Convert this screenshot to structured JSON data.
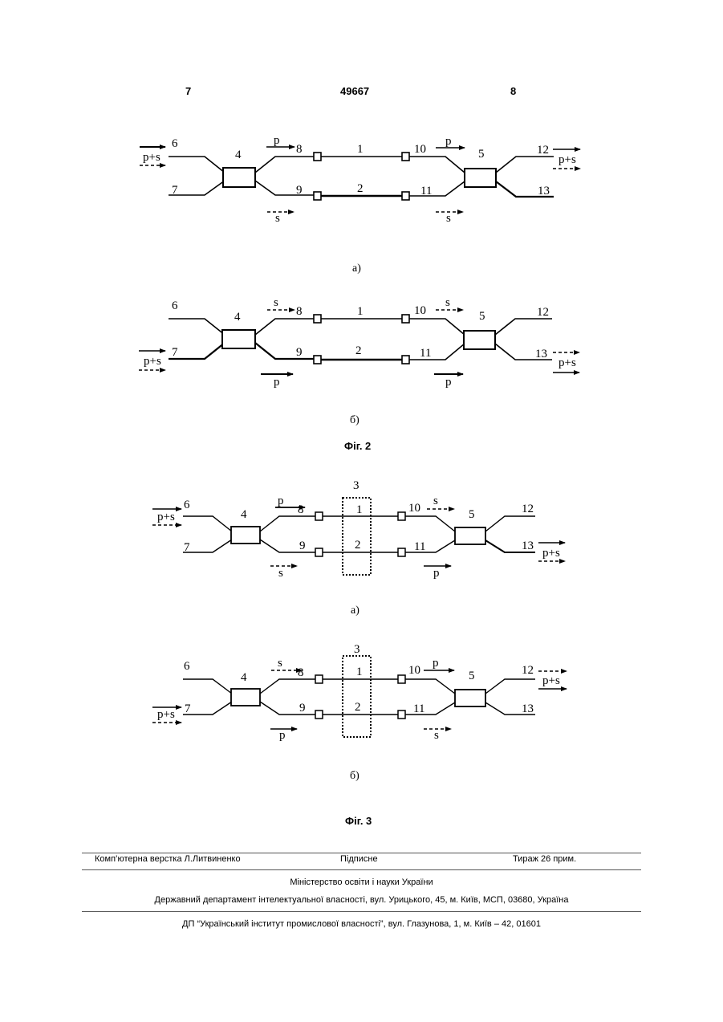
{
  "header": {
    "left_page": "7",
    "patent_number": "49667",
    "right_page": "8"
  },
  "fig2": {
    "title": "Фіг. 2",
    "a": {
      "caption": "а)",
      "ports": {
        "in_top": "6",
        "in_bottom": "7",
        "coupler_left": "4",
        "coupler_right": "5",
        "left_top": "8",
        "left_bottom": "9",
        "right_top": "10",
        "right_bottom": "11",
        "out_top": "12",
        "out_bottom": "13",
        "arm_top": "1",
        "arm_bottom": "2"
      },
      "signals": {
        "input": "p+s",
        "left_top": "p",
        "left_bottom": "s",
        "right_top": "p",
        "right_bottom": "s",
        "output": "p+s"
      }
    },
    "b": {
      "caption": "б)",
      "ports": {
        "in_top": "6",
        "in_bottom": "7",
        "coupler_left": "4",
        "coupler_right": "5",
        "left_top": "8",
        "left_bottom": "9",
        "right_top": "10",
        "right_bottom": "11",
        "out_top": "12",
        "out_bottom": "13",
        "arm_top": "1",
        "arm_bottom": "2"
      },
      "signals": {
        "input": "p+s",
        "left_top": "s",
        "left_bottom": "p",
        "right_top": "s",
        "right_bottom": "p",
        "output": "p+s"
      }
    }
  },
  "fig3": {
    "title": "Фіг. 3",
    "a": {
      "caption": "а)",
      "ports": {
        "in_top": "6",
        "in_bottom": "7",
        "coupler_left": "4",
        "coupler_right": "5",
        "left_top": "8",
        "left_bottom": "9",
        "right_top": "10",
        "right_bottom": "11",
        "out_top": "12",
        "out_bottom": "13",
        "arm_top": "1",
        "arm_bottom": "2",
        "element": "3"
      },
      "signals": {
        "input": "p+s",
        "left_top": "p",
        "left_bottom": "s",
        "right_top": "s",
        "right_bottom": "p",
        "output": "p+s"
      }
    },
    "b": {
      "caption": "б)",
      "ports": {
        "in_top": "6",
        "in_bottom": "7",
        "coupler_left": "4",
        "coupler_right": "5",
        "left_top": "8",
        "left_bottom": "9",
        "right_top": "10",
        "right_bottom": "11",
        "out_top": "12",
        "out_bottom": "13",
        "arm_top": "1",
        "arm_bottom": "2",
        "element": "3"
      },
      "signals": {
        "input": "p+s",
        "left_top": "s",
        "left_bottom": "p",
        "right_top": "p",
        "right_bottom": "s",
        "output": "p+s"
      }
    }
  },
  "imprint": {
    "layout_credit": "Комп’ютерна верстка Л.Литвиненко",
    "signed": "Підписне",
    "print_run": "Тираж 26 прим.",
    "ministry": "Міністерство освіти і науки України",
    "department": "Державний департамент інтелектуальної власності, вул. Урицького, 45, м. Київ, МСП, 03680, Україна",
    "institute": "ДП “Український інститут промислової власності”, вул. Глазунова, 1, м. Київ – 42, 01601"
  }
}
